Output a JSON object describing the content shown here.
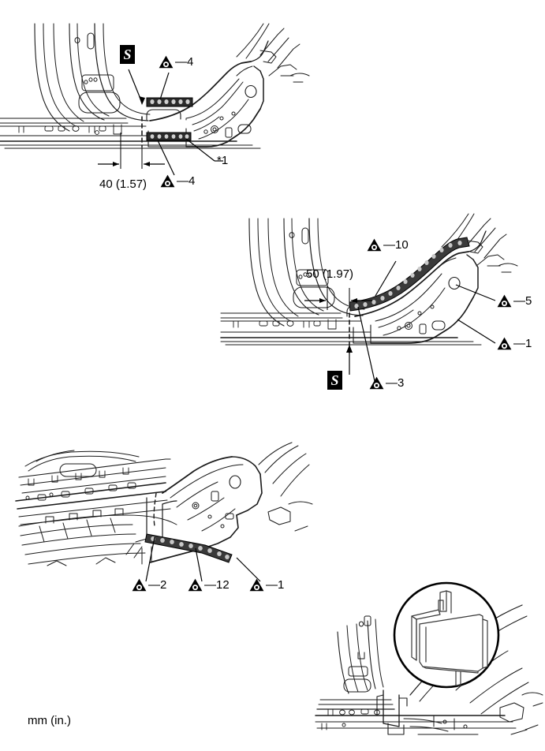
{
  "page": {
    "unit_note": "mm (in.)",
    "ink": "#000000",
    "background": "#ffffff"
  },
  "symbols": {
    "sealer_letter": "S",
    "weld_marker_name": "spot-weld-triangle"
  },
  "panels": [
    {
      "id": "panel-1",
      "name": "rocker-panel-front-upper-view",
      "labels": [
        {
          "name": "weld-marker-4-upper",
          "type": "weld-marker",
          "text": "4",
          "prefix": "–"
        },
        {
          "name": "weld-marker-4-lower",
          "type": "weld-marker",
          "text": "4",
          "prefix": "–"
        },
        {
          "name": "sealer-symbol",
          "type": "sealer",
          "text": "S"
        },
        {
          "name": "dimension-40",
          "type": "dimension",
          "text": "40 (1.57)"
        },
        {
          "name": "note-callout-1",
          "type": "note",
          "text": "*1"
        }
      ]
    },
    {
      "id": "panel-2",
      "name": "rocker-panel-rear-upper-view",
      "labels": [
        {
          "name": "weld-marker-10",
          "type": "weld-marker",
          "text": "10",
          "prefix": "–"
        },
        {
          "name": "weld-marker-5",
          "type": "weld-marker",
          "text": "5",
          "prefix": "–"
        },
        {
          "name": "weld-marker-1",
          "type": "weld-marker",
          "text": "1",
          "prefix": "–"
        },
        {
          "name": "weld-marker-3",
          "type": "weld-marker",
          "text": "3",
          "prefix": "–"
        },
        {
          "name": "sealer-symbol",
          "type": "sealer",
          "text": "S"
        },
        {
          "name": "dimension-50",
          "type": "dimension",
          "text": "50 (1.97)"
        }
      ]
    },
    {
      "id": "panel-3",
      "name": "rocker-panel-underbody-view",
      "labels": [
        {
          "name": "weld-marker-2",
          "type": "weld-marker",
          "text": "2",
          "prefix": "–"
        },
        {
          "name": "weld-marker-12",
          "type": "weld-marker",
          "text": "12",
          "prefix": "–"
        },
        {
          "name": "weld-marker-1",
          "type": "weld-marker",
          "text": "1",
          "prefix": "–"
        }
      ]
    },
    {
      "id": "panel-4",
      "name": "center-pillar-detail-view",
      "labels": []
    }
  ],
  "panel1": {
    "marker_upper": {
      "dash": "—",
      "num": "4"
    },
    "marker_lower": {
      "dash": "—",
      "num": "4"
    },
    "sealer": "S",
    "dimension": "40 (1.57)",
    "note": "*1"
  },
  "panel2": {
    "marker_10": {
      "dash": "—",
      "num": "10"
    },
    "marker_5": {
      "dash": "—",
      "num": "5"
    },
    "marker_1": {
      "dash": "—",
      "num": "1"
    },
    "marker_3": {
      "dash": "—",
      "num": "3"
    },
    "sealer": "S",
    "dimension": "50 (1.97)"
  },
  "panel3": {
    "marker_2": {
      "dash": "—",
      "num": "2"
    },
    "marker_12": {
      "dash": "—",
      "num": "12"
    },
    "marker_1": {
      "dash": "—",
      "num": "1"
    }
  },
  "footer": {
    "unit": "mm (in.)"
  }
}
